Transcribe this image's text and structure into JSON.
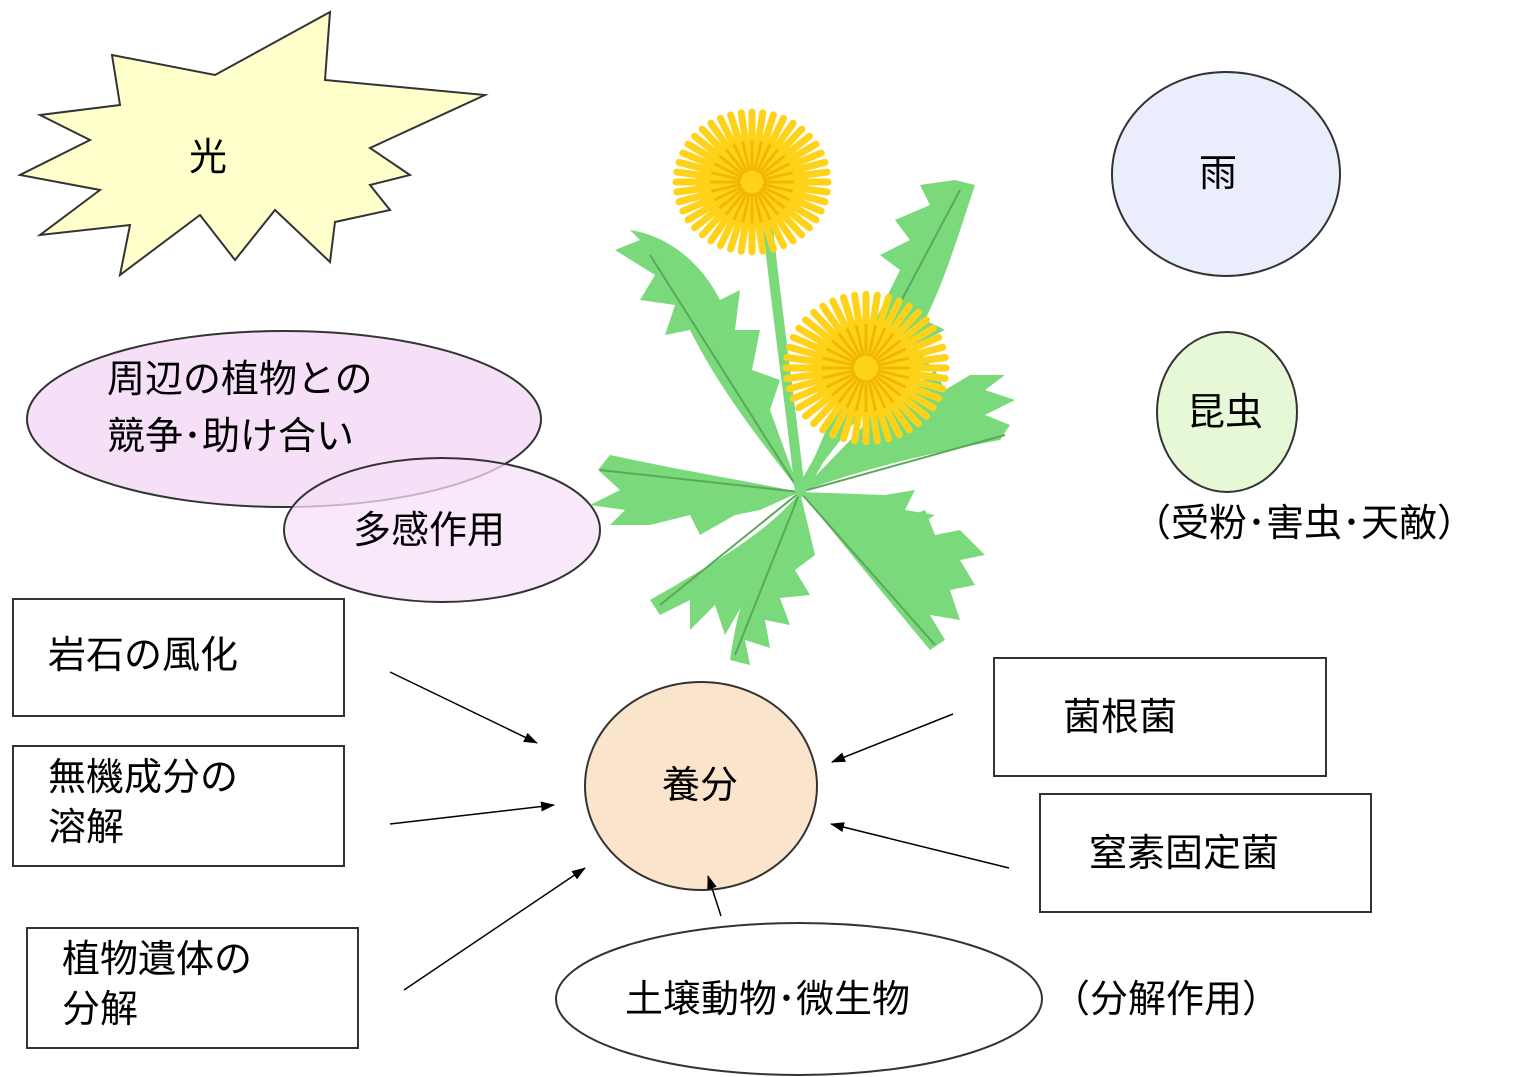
{
  "labels": {
    "light": "光",
    "rain": "雨",
    "insect": "昆虫",
    "insect_note": "（受粉･害虫･天敵）",
    "plants_line1": "周辺の植物との",
    "plants_line2": "競争･助け合い",
    "allelopathy": "多感作用",
    "weathering": "岩石の風化",
    "dissolution_line1": "無機成分の",
    "dissolution_line2": "溶解",
    "decomposition_line1": "植物遺体の",
    "decomposition_line2": "分解",
    "nutrients": "養分",
    "mycorrhiza": "菌根菌",
    "nitrogen_fixers": "窒素固定菌",
    "soil_organisms": "土壌動物･微生物",
    "decomposition_note": "（分解作用）"
  },
  "colors": {
    "light_fill": "#ffffcc",
    "rain_fill": "#eaeefc",
    "insect_fill": "#e6f8d6",
    "plants_fill": "#f6e0f8",
    "nutrients_fill": "#fbe4cc",
    "leaf": "#7ad97a",
    "leaf_vein": "#5aa85a",
    "flower": "#ffd21a",
    "flower_center": "#f2b800"
  },
  "icons": {
    "plant": "dandelion-illustration",
    "light": "starburst-shape"
  }
}
